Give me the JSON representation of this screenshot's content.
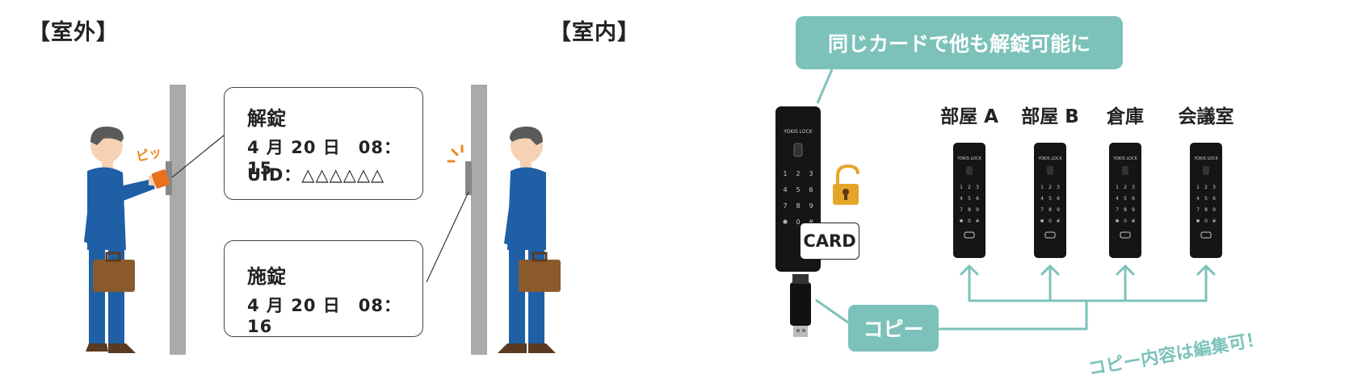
{
  "outdoor_label": "【室外】",
  "indoor_label": "【室内】",
  "beep_text": "ピッ",
  "unlock_log": {
    "title": "解錠",
    "datetime": "4 月 20 日　08：15",
    "uid": "UID：△△△△△△"
  },
  "lock_log": {
    "title": "施錠",
    "datetime": "4 月 20 日　08：16"
  },
  "same_card_banner": "同じカードで他も解錠可能に",
  "card_label": "CARD",
  "copy_badge": "コピー",
  "copy_note": "コピー内容は編集可！",
  "rooms": [
    "部屋 A",
    "部屋 B",
    "倉庫",
    "会議室"
  ],
  "brand_text": "YOKIS LOCK",
  "keypad_digits": [
    "1",
    "2",
    "3",
    "4",
    "5",
    "6",
    "7",
    "8",
    "9",
    "✱",
    "0",
    "#"
  ],
  "colors": {
    "teal": "#7cc2ba",
    "suit": "#1f5fa6",
    "hair": "#5a5a5a",
    "skin": "#f5d2b5",
    "bag": "#8a5a2b",
    "pillar": "#aaaaaa",
    "lock_gold": "#e6a52a",
    "card_orange": "#e8701f"
  }
}
